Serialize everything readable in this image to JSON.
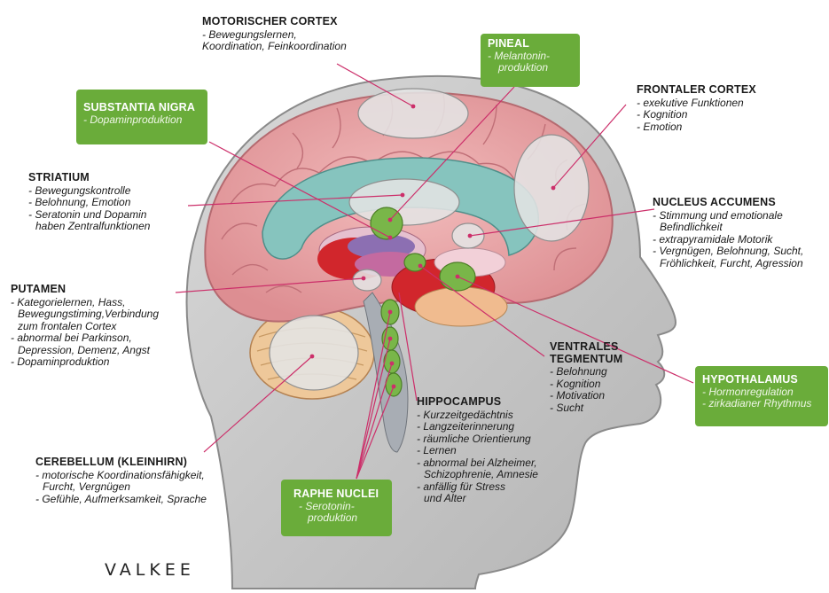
{
  "labels": {
    "motorischer_cortex": {
      "title": "MOTORISCHER CORTEX",
      "lines": [
        "- Bewegungslernen,",
        "Koordination, Feinkoordination"
      ]
    },
    "frontaler_cortex": {
      "title": "FRONTALER CORTEX",
      "lines": [
        "- exekutive Funktionen",
        "- Kognition",
        "- Emotion"
      ]
    },
    "striatium": {
      "title": "STRIATIUM",
      "lines": [
        "- Bewegungskontrolle",
        "- Belohnung, Emotion",
        "- Seratonin und Dopamin",
        "haben Zentralfunktionen"
      ]
    },
    "nucleus_accumens": {
      "title": "NUCLEUS ACCUMENS",
      "lines": [
        "- Stimmung und emotionale",
        "Befindlichkeit",
        "- extrapyramidale Motorik",
        "- Vergnügen, Belohnung, Sucht,",
        "Fröhlichkeit, Furcht, Agression"
      ]
    },
    "putamen": {
      "title": "PUTAMEN",
      "lines": [
        "- Kategorielernen, Hass,",
        "Bewegungstiming,Verbindung",
        "zum frontalen Cortex",
        "- abnormal bei Parkinson,",
        "Depression, Demenz, Angst",
        "- Dopaminproduktion"
      ]
    },
    "ventrales_tegmentum": {
      "title_lines": [
        "VENTRALES",
        "TEGMENTUM"
      ],
      "lines": [
        "- Belohnung",
        "- Kognition",
        "- Motivation",
        "- Sucht"
      ]
    },
    "hippocampus": {
      "title": "HIPPOCAMPUS",
      "lines": [
        "- Kurzzeitgedächtnis",
        "- Langzeiterinnerung",
        "- räumliche Orientierung",
        "- Lernen",
        "- abnormal bei Alzheimer,",
        "Schizophrenie, Amnesie",
        "- anfällig für Stress",
        "und Alter"
      ]
    },
    "cerebellum": {
      "title": "CEREBELLUM (KLEINHIRN)",
      "lines": [
        "- motorische Koordinationsfähigkeit,",
        "Furcht, Vergnügen",
        "- Gefühle, Aufmerksamkeit, Sprache"
      ]
    }
  },
  "green_boxes": {
    "pineal": {
      "title": "PINEAL",
      "lines": [
        "- Melantonin-",
        "produktion"
      ]
    },
    "substantia_nigra": {
      "title": "SUBSTANTIA NIGRA",
      "lines": [
        "- Dopaminproduktion"
      ]
    },
    "hypothalamus": {
      "title": "HYPOTHALAMUS",
      "lines": [
        "- Hormonregulation",
        "- zirkadianer Rhythmus"
      ]
    },
    "raphe_nuclei": {
      "title": "RAPHE NUCLEI",
      "lines": [
        "- Serotonin-",
        "produktion"
      ]
    }
  },
  "brand": "VALKEE",
  "colors": {
    "green_box": "#6aac3a",
    "head_fill": "#c9c9c9",
    "brain_pink": "#e8a6a8",
    "limbic_teal": "#86c4be",
    "cerebellum_tan": "#eec89a",
    "brainstem_red": "#d1262c",
    "pointer_line": "#cc2f6a"
  }
}
